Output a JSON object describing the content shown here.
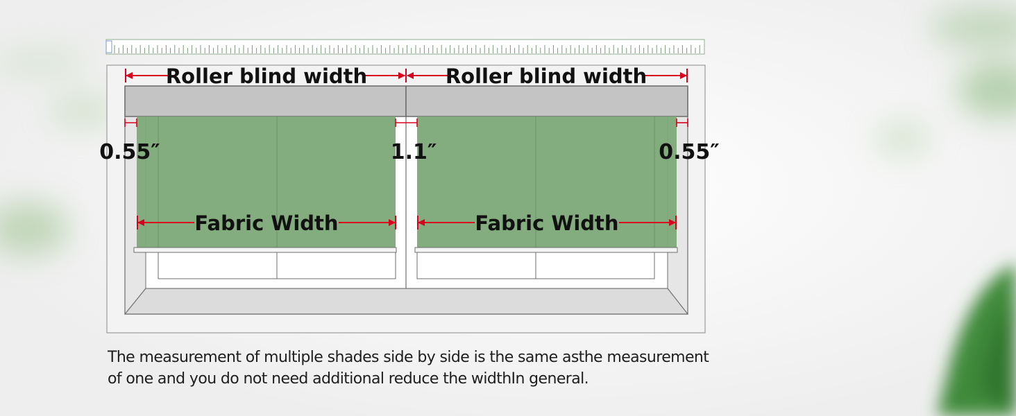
{
  "labels": {
    "roller_left": "Roller blind width",
    "roller_right": "Roller blind width",
    "gap_left": "0.55″",
    "gap_middle": "1.1″",
    "gap_right": "0.55″",
    "fabric_left": "Fabric Width",
    "fabric_right": "Fabric Width"
  },
  "caption": {
    "line1": "The measurement of multiple shades side by side is the same asthe measurement",
    "line2": "of one and you do not need additional reduce the widthIn general."
  },
  "colors": {
    "arrow": "#d8001d",
    "fabric": "#7fa97b",
    "cassette": "#c4c4c4",
    "ruler": "#7a9a7a",
    "frame": "#8a8a8a"
  }
}
